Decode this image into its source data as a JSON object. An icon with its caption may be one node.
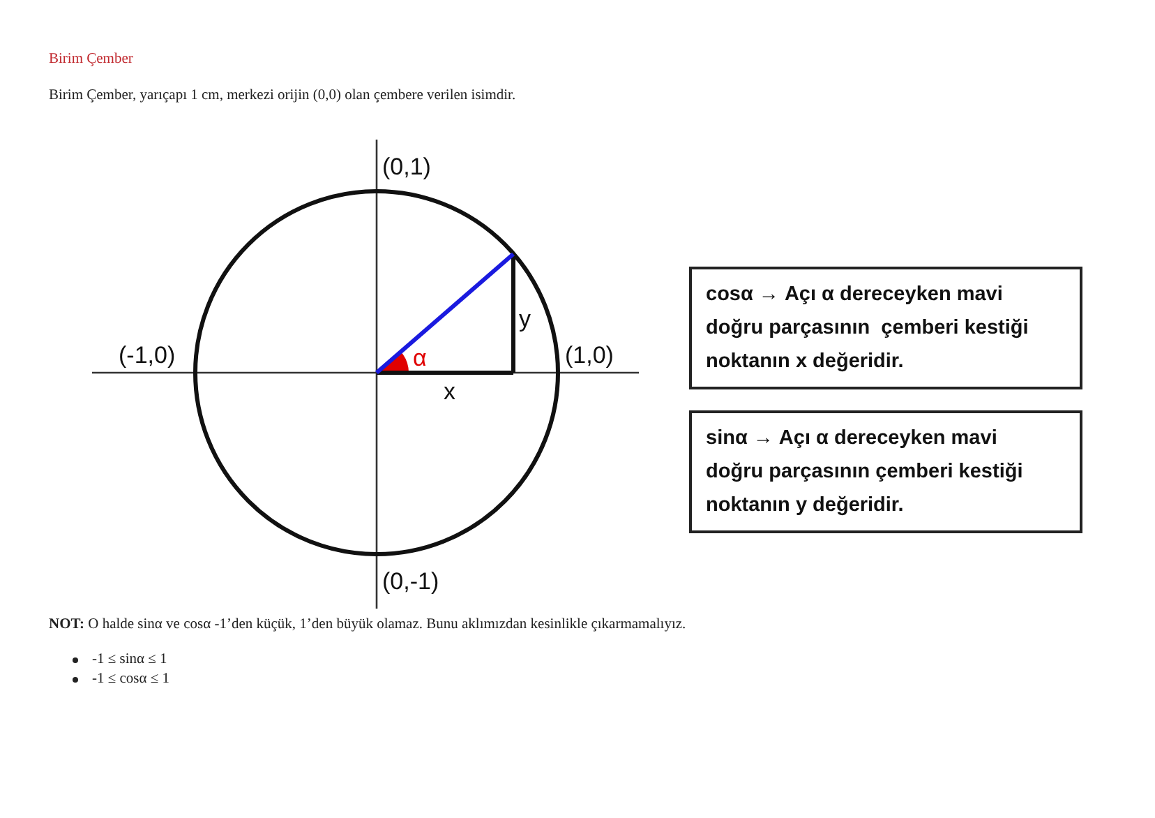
{
  "diagram": {
    "title": "Birim Çember",
    "nodes": [
      {
        "text": [
          "cosα → Açı α dereceyken mavi doğru parçasının  çemberi kestiği noktanın x değeridir."
        ]
      },
      {
        "text": [
          "sinα → Açı α dereceyken mavi doğru parçasının çemberi kestiği noktanın y değeridir."
        ]
      }
    ],
    "labels": [
      "Birim Çember, yarıçapı 1 cm, merkezi orijin (0,0) olan çembere verilen isimdir.",
      "(0,1)",
      "y",
      "(-1,0)",
      "α",
      "(1,0)",
      "x",
      "(0,-1)",
      "**NOT:** O halde sinα ve cosα -1’den küçük, 1’den büyük olamaz. Bunu aklımızdan kesinlikle çıkarmamalıyız.",
      "-1 ≤ sinα ≤ 1",
      "-1 ≤ cosα ≤ 1"
    ]
  }
}
